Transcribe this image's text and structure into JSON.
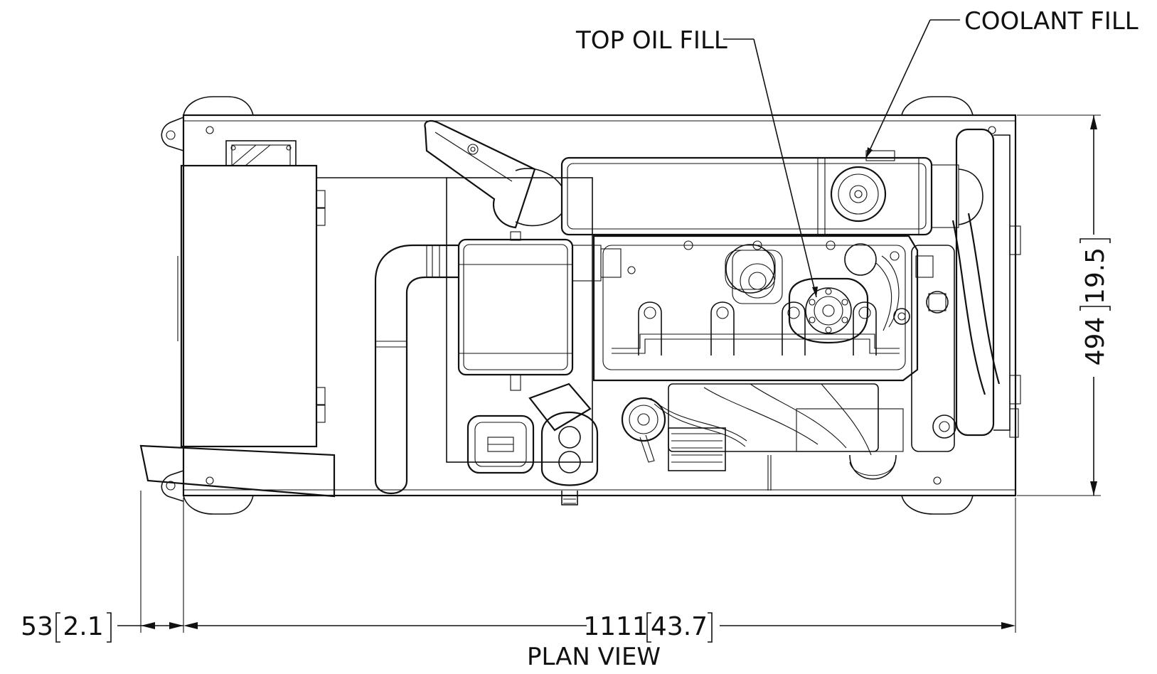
{
  "view_title": "PLAN VIEW",
  "callouts": {
    "top_oil_fill": "TOP OIL FILL",
    "coolant_fill": "COOLANT FILL"
  },
  "dimensions": {
    "overall_length": {
      "mm": "1111",
      "in": "43.7"
    },
    "overall_width": {
      "mm": "494",
      "in": "19.5"
    },
    "offset": {
      "mm": "53",
      "in": "2.1"
    }
  }
}
